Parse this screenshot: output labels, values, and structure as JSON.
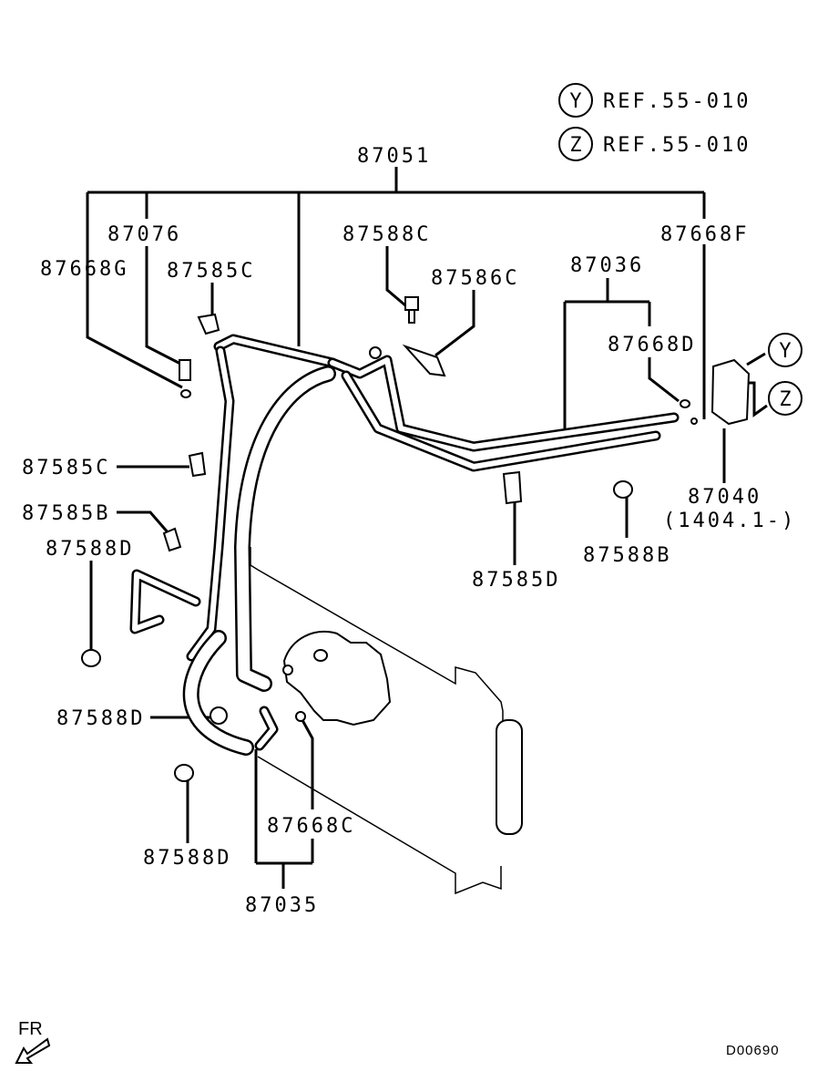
{
  "diagram": {
    "title_part": "87051",
    "drawing_id": "D00690",
    "direction_indicator": "FR",
    "references": [
      {
        "symbol": "Y",
        "text": "REF.55-010"
      },
      {
        "symbol": "Z",
        "text": "REF.55-010"
      }
    ],
    "callouts": {
      "p87051": "87051",
      "p87076": "87076",
      "p87668G": "87668G",
      "p87585C_top": "87585C",
      "p87588C": "87588C",
      "p87586C": "87586C",
      "p87036": "87036",
      "p87668F": "87668F",
      "p87668D": "87668D",
      "p87040": "87040",
      "p87040_note": "(1404.1-)",
      "p87588B": "87588B",
      "p87585D": "87585D",
      "p87585C_left": "87585C",
      "p87585B": "87585B",
      "p87588D_upper": "87588D",
      "p87588D_mid": "87588D",
      "p87588D_lower": "87588D",
      "p87668C": "87668C",
      "p87035": "87035"
    },
    "connector_symbols": {
      "y": "Y",
      "z": "Z"
    }
  }
}
